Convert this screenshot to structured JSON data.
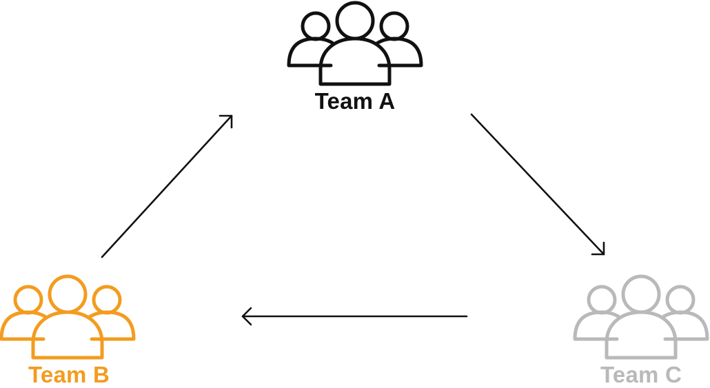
{
  "colors": {
    "team_a": "#111111",
    "team_b": "#F39C1F",
    "team_c": "#B9B9BB",
    "arrow": "#111111"
  },
  "nodes": [
    {
      "id": "team-a",
      "label": "Team A",
      "icon": "people-group-icon",
      "color_key": "team_a"
    },
    {
      "id": "team-b",
      "label": "Team B",
      "icon": "people-group-icon",
      "color_key": "team_b"
    },
    {
      "id": "team-c",
      "label": "Team C",
      "icon": "people-group-icon",
      "color_key": "team_c"
    }
  ],
  "edges": [
    {
      "from": "team-a",
      "to": "team-c"
    },
    {
      "from": "team-c",
      "to": "team-b"
    },
    {
      "from": "team-b",
      "to": "team-a"
    }
  ]
}
